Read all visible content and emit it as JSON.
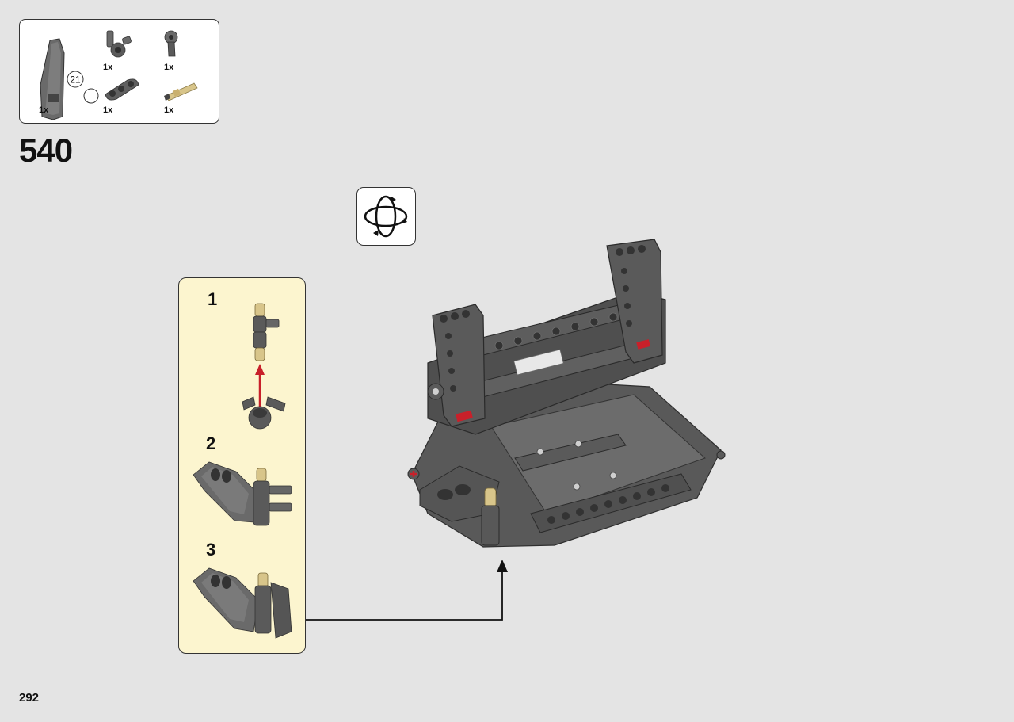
{
  "parts_list": {
    "items": [
      {
        "qty": "1x",
        "icon": "curved-panel-part-icon",
        "callout": "21"
      },
      {
        "qty": "1x",
        "icon": "axle-connector-part-icon"
      },
      {
        "qty": "1x",
        "icon": "beam-3-part-icon"
      },
      {
        "qty": "1x",
        "icon": "angle-connector-part-icon"
      },
      {
        "qty": "1x",
        "icon": "tan-axle-pin-part-icon"
      }
    ]
  },
  "step": {
    "number": "540"
  },
  "rotate": {
    "icon": "rotate-model-icon"
  },
  "substeps": [
    {
      "number": "1"
    },
    {
      "number": "2"
    },
    {
      "number": "3"
    }
  ],
  "page": {
    "number": "292"
  },
  "colors": {
    "background": "#e4e4e4",
    "substep_panel": "#fcf5cf",
    "part_dark_gray": "#5a5a5a",
    "part_tan": "#d8c58a",
    "arrow_red": "#c8202a"
  }
}
